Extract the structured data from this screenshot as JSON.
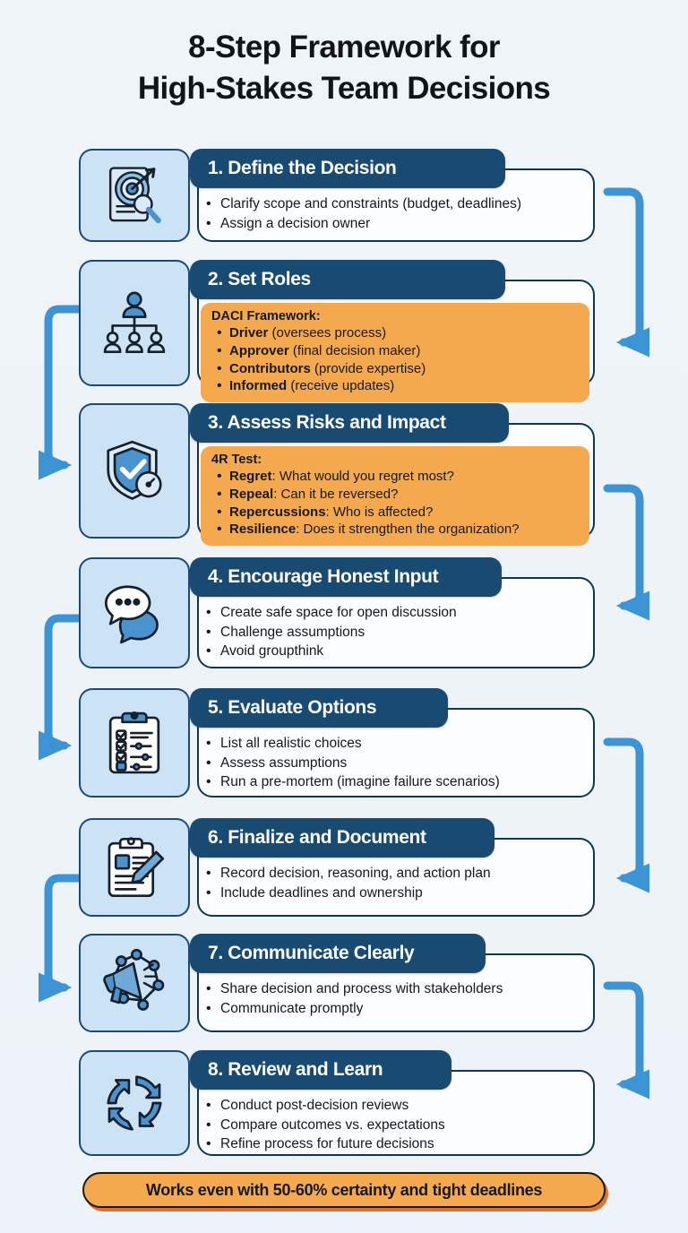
{
  "title": {
    "line1": "8-Step Framework for",
    "line2": "High-Stakes Team Decisions"
  },
  "colors": {
    "background": "#eef4f9",
    "header_navy": "#194a72",
    "card_outline": "#0f3556",
    "icon_tile_fill": "#cbe3f5",
    "icon_tile_border": "#1b4a78",
    "accent_orange": "#f5a94e",
    "connector_blue": "#3c94d4",
    "footer_shadow": "#e2712b",
    "text_dark": "#15191d"
  },
  "steps": [
    {
      "number": "1.",
      "heading": "1. Define the Decision",
      "icon": "document-target-magnifier-icon",
      "bullets": [
        "Clarify scope and constraints (budget, deadlines)",
        "Assign a decision owner"
      ],
      "callout": null
    },
    {
      "number": "2.",
      "heading": "2. Set Roles",
      "icon": "org-chart-people-icon",
      "bullets": [],
      "callout": {
        "title": "DACI Framework:",
        "items": [
          {
            "term": "Driver",
            "desc": " (oversees process)"
          },
          {
            "term": "Approver",
            "desc": " (final decision maker)"
          },
          {
            "term": "Contributors",
            "desc": " (provide expertise)"
          },
          {
            "term": "Informed",
            "desc": " (receive updates)"
          }
        ]
      }
    },
    {
      "number": "3.",
      "heading": "3. Assess Risks and Impact",
      "icon": "shield-check-gauge-icon",
      "bullets": [],
      "callout": {
        "title": "4R Test:",
        "items": [
          {
            "term": "Regret",
            "desc": ": What would you regret most?"
          },
          {
            "term": "Repeal",
            "desc": ": Can it be reversed?"
          },
          {
            "term": "Repercussions",
            "desc": ": Who is affected?"
          },
          {
            "term": "Resilience",
            "desc": ": Does it strengthen the organization?"
          }
        ]
      }
    },
    {
      "number": "4.",
      "heading": "4. Encourage Honest Input",
      "icon": "speech-bubbles-icon",
      "bullets": [
        "Create safe space for open discussion",
        "Challenge assumptions",
        "Avoid groupthink"
      ],
      "callout": null
    },
    {
      "number": "5.",
      "heading": "5. Evaluate Options",
      "icon": "clipboard-checklist-options-icon",
      "bullets": [
        "List all realistic choices",
        "Assess assumptions",
        "Run a pre-mortem (imagine failure scenarios)"
      ],
      "callout": null
    },
    {
      "number": "6.",
      "heading": "6. Finalize and Document",
      "icon": "clipboard-pencil-icon",
      "bullets": [
        "Record decision, reasoning, and action plan",
        "Include deadlines and ownership"
      ],
      "callout": null
    },
    {
      "number": "7.",
      "heading": "7. Communicate Clearly",
      "icon": "megaphone-network-icon",
      "bullets": [
        "Share decision and process with stakeholders",
        "Communicate promptly"
      ],
      "callout": null
    },
    {
      "number": "8.",
      "heading": "8. Review and Learn",
      "icon": "circular-arrows-cycle-icon",
      "bullets": [
        "Conduct post-decision reviews",
        "Compare outcomes vs. expectations",
        "Refine process for future decisions"
      ],
      "callout": null
    }
  ],
  "footer": {
    "text": "Works even with 50-60% certainty and tight deadlines"
  }
}
